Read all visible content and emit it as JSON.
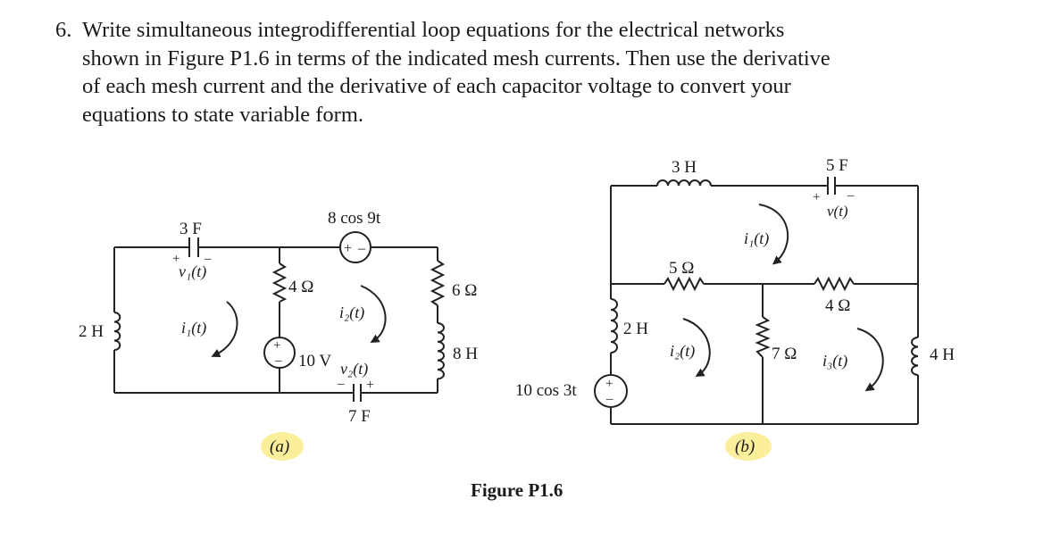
{
  "problem": {
    "number": "6.",
    "text": "Write simultaneous integrodifferential loop equations for the electrical networks shown in Figure P1.6 in terms of the indicated mesh currents. Then use the derivative of each mesh current and the derivative of each capacitor voltage to convert your equations to state variable form."
  },
  "figure_caption": "Figure P1.6",
  "circuit_a": {
    "label": "(a)",
    "inductor_left": "2 H",
    "capacitor_top": "3 F",
    "capacitor_top_voltage": "v₁(t)",
    "mesh_current_1": "i₁(t)",
    "resistor_middle": "4 Ω",
    "dc_source": "10 V",
    "ac_source": "8 cos 9t",
    "mesh_current_2": "i₂(t)",
    "capacitor_bottom_voltage": "v₂(t)",
    "capacitor_bottom": "7 F",
    "resistor_right": "6 Ω",
    "inductor_right": "8 H"
  },
  "circuit_b": {
    "label": "(b)",
    "source": "10 cos 3t",
    "inductor_left": "2 H",
    "inductor_top": "3 H",
    "capacitor_top": "5 F",
    "capacitor_voltage": "v(t)",
    "mesh_current_1": "i₁(t)",
    "resistor_5": "5 Ω",
    "resistor_4": "4 Ω",
    "mesh_current_2": "i₂(t)",
    "resistor_7": "7 Ω",
    "mesh_current_3": "i₃(t)",
    "inductor_right": "4 H"
  }
}
